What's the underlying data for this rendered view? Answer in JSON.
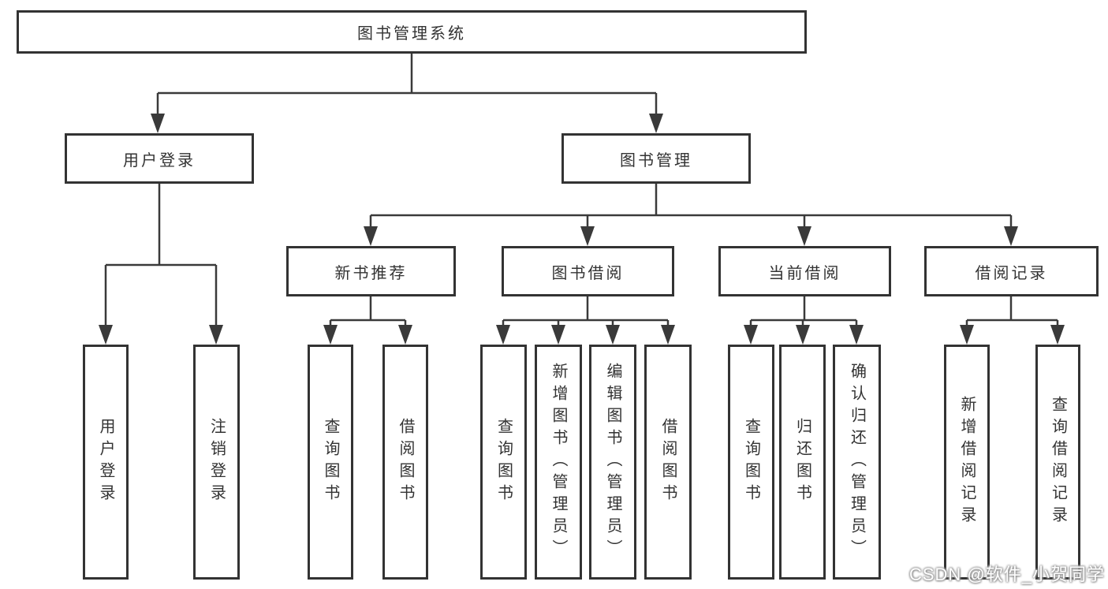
{
  "diagram": {
    "root": {
      "label": "图书管理系统"
    },
    "branches": [
      {
        "label": "用户登录",
        "children": [
          {
            "label": "用户登录"
          },
          {
            "label": "注销登录"
          }
        ]
      },
      {
        "label": "图书管理",
        "children": [
          {
            "label": "新书推荐",
            "children": [
              {
                "label": "查询图书"
              },
              {
                "label": "借阅图书"
              }
            ]
          },
          {
            "label": "图书借阅",
            "children": [
              {
                "label": "查询图书"
              },
              {
                "label": "新增图书（管理员）"
              },
              {
                "label": "编辑图书（管理员）"
              },
              {
                "label": "借阅图书"
              }
            ]
          },
          {
            "label": "当前借阅",
            "children": [
              {
                "label": "查询图书"
              },
              {
                "label": "归还图书"
              },
              {
                "label": "确认归还（管理员）"
              }
            ]
          },
          {
            "label": "借阅记录",
            "children": [
              {
                "label": "新增借阅记录"
              },
              {
                "label": "查询借阅记录"
              }
            ]
          }
        ]
      }
    ]
  },
  "watermark": {
    "text": "CSDN @软件_小贺同学"
  },
  "colors": {
    "line": "#3a3a3a",
    "box_border": "#333333",
    "text": "#333333",
    "background": "#ffffff"
  }
}
